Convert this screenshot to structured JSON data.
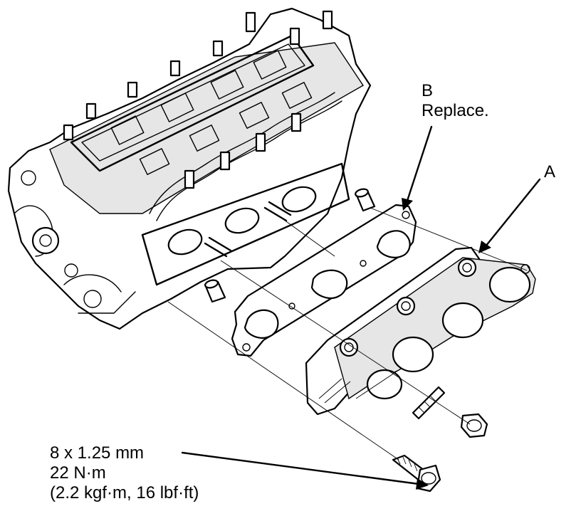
{
  "callouts": {
    "b_letter": "B",
    "b_note": "Replace.",
    "a_letter": "A"
  },
  "bolt_spec": {
    "size": "8 x 1.25 mm",
    "torque_nm": "22 N·m",
    "torque_alt": "(2.2 kgf·m, 16 lbf·ft)"
  }
}
